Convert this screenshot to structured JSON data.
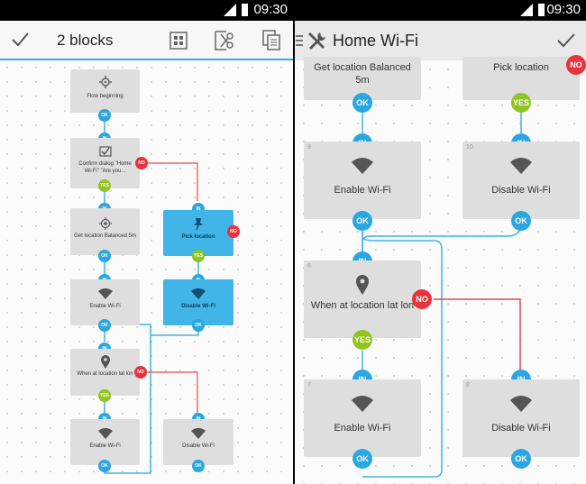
{
  "status": {
    "time": "09:30"
  },
  "left": {
    "toolbar": {
      "title": "2 blocks"
    },
    "blocks": [
      {
        "label": "Flow beginning",
        "icon": "gear-icon"
      },
      {
        "label": "Confirm dialog \"Home Wi-Fi\" \"Are you...",
        "icon": "checkbox-icon"
      },
      {
        "label": "Get location Balanced 5m",
        "icon": "location-target-icon"
      },
      {
        "label": "Pick location",
        "icon": "pin-icon"
      },
      {
        "label": "Enable Wi-Fi",
        "icon": "wifi-icon"
      },
      {
        "label": "Disable Wi-Fi",
        "icon": "wifi-icon"
      },
      {
        "label": "When at location lat lon",
        "icon": "map-marker-icon"
      },
      {
        "label": "Enable Wi-Fi",
        "icon": "wifi-icon"
      },
      {
        "label": "Disable Wi-Fi",
        "icon": "wifi-icon"
      }
    ]
  },
  "right": {
    "toolbar": {
      "title": "Home Wi-Fi"
    },
    "blocks": [
      {
        "label": "Get location Balanced 5m"
      },
      {
        "label": "Pick location"
      },
      {
        "number": "9",
        "label": "Enable Wi-Fi",
        "icon": "wifi-icon"
      },
      {
        "number": "10",
        "label": "Disable Wi-Fi",
        "icon": "wifi-icon"
      },
      {
        "number": "6",
        "label": "When at location lat lon",
        "icon": "map-marker-icon"
      },
      {
        "number": "7",
        "label": "Enable Wi-Fi",
        "icon": "wifi-icon"
      },
      {
        "number": "8",
        "label": "Disable Wi-Fi",
        "icon": "wifi-icon"
      }
    ]
  },
  "ports": {
    "ok": "OK",
    "in": "IN",
    "yes": "YES",
    "no": "NO"
  },
  "colors": {
    "accent": "#35aadf",
    "port_blue": "#2aa7e0",
    "yes_green": "#8fc51f",
    "no_red": "#e8333d",
    "selected_block": "#41b4e8"
  }
}
